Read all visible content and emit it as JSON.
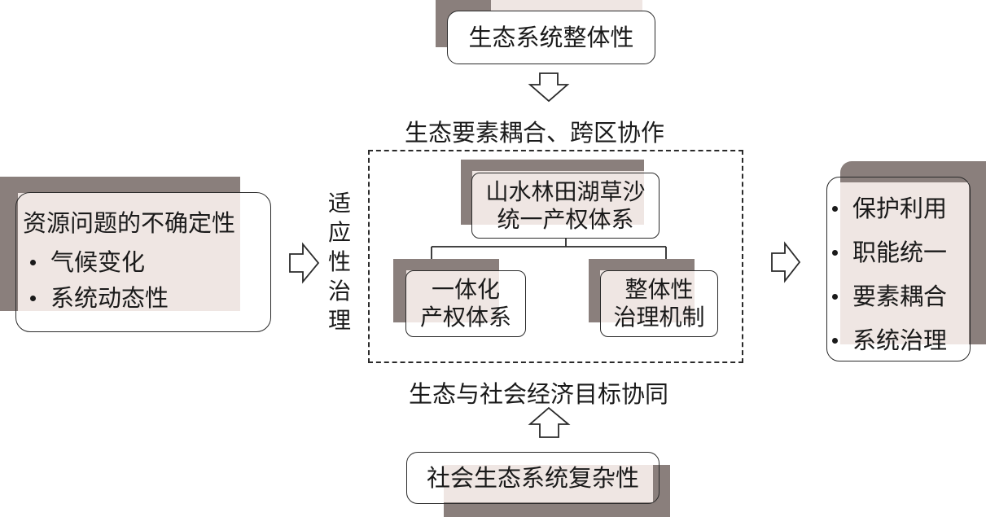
{
  "top_box": {
    "label": "生态系统整体性"
  },
  "top_caption": "生态要素耦合、跨区协作",
  "left_box": {
    "title": "资源问题的不确定性",
    "items": [
      "气候变化",
      "系统动态性"
    ]
  },
  "left_arrow_label": [
    "适",
    "应",
    "性",
    "治",
    "理"
  ],
  "center": {
    "top_box": {
      "line1": "山水林田湖草沙",
      "line2": "统一产权体系"
    },
    "left_box": {
      "line1": "一体化",
      "line2": "产权体系"
    },
    "right_box": {
      "line1": "整体性",
      "line2": "治理机制"
    }
  },
  "right_box": {
    "items": [
      "保护利用",
      "职能统一",
      "要素耦合",
      "系统治理"
    ]
  },
  "bottom_caption": "生态与社会经济目标协同",
  "bottom_box": {
    "label": "社会生态系统复杂性"
  }
}
